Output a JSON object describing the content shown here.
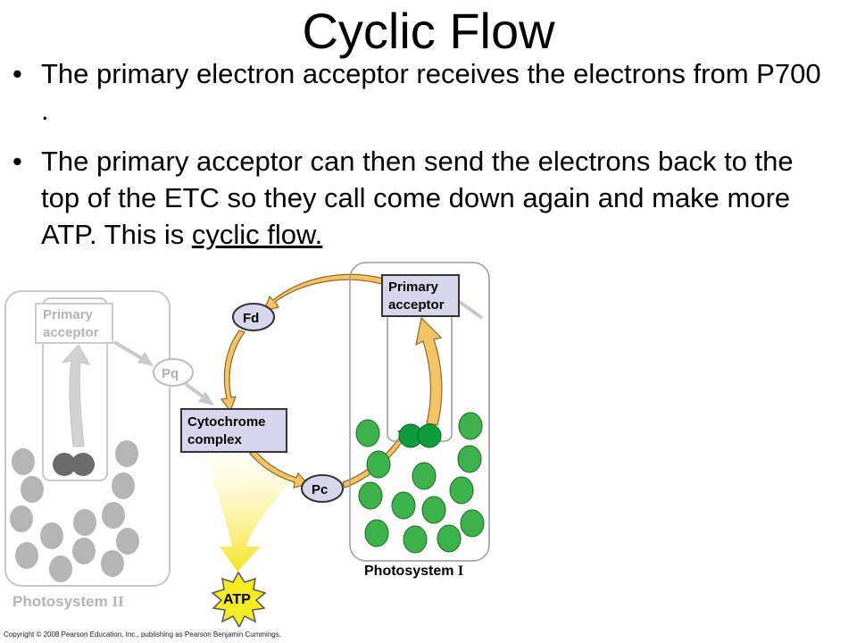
{
  "slide": {
    "title": "Cyclic Flow",
    "bullet_glyph": "•",
    "bullets": [
      {
        "text": "The primary electron acceptor receives the electrons from P700 ."
      },
      {
        "text_before": "The primary acceptor can then send the electrons back to the top of the ETC so they call come down again and make more ATP. This is ",
        "text_underlined": "cyclic flow."
      }
    ]
  },
  "figure": {
    "ps2": {
      "acceptor_line1": "Primary",
      "acceptor_line2": "acceptor",
      "name": "Photosystem",
      "roman": "II"
    },
    "ps1": {
      "acceptor_line1": "Primary",
      "acceptor_line2": "acceptor",
      "name": "Photosystem",
      "roman": "I"
    },
    "pq": "Pq",
    "fd": "Fd",
    "pc": "Pc",
    "cyt_line1": "Cytochrome",
    "cyt_line2": "complex",
    "atp": "ATP",
    "colors": {
      "inactive_gray": "#b5b5b5",
      "dark_gray": "#6b6b6b",
      "pigment_green": "#3db14a",
      "reaction_center_green": "#0e9a3d",
      "arrow_orange": "#f6c463",
      "carrier_fill": "#d7d6ec",
      "atp_yellow": "#f4ec22"
    }
  },
  "copyright": "Copyright © 2008 Pearson Education, Inc., publishing as Pearson Benjamin Cummings."
}
